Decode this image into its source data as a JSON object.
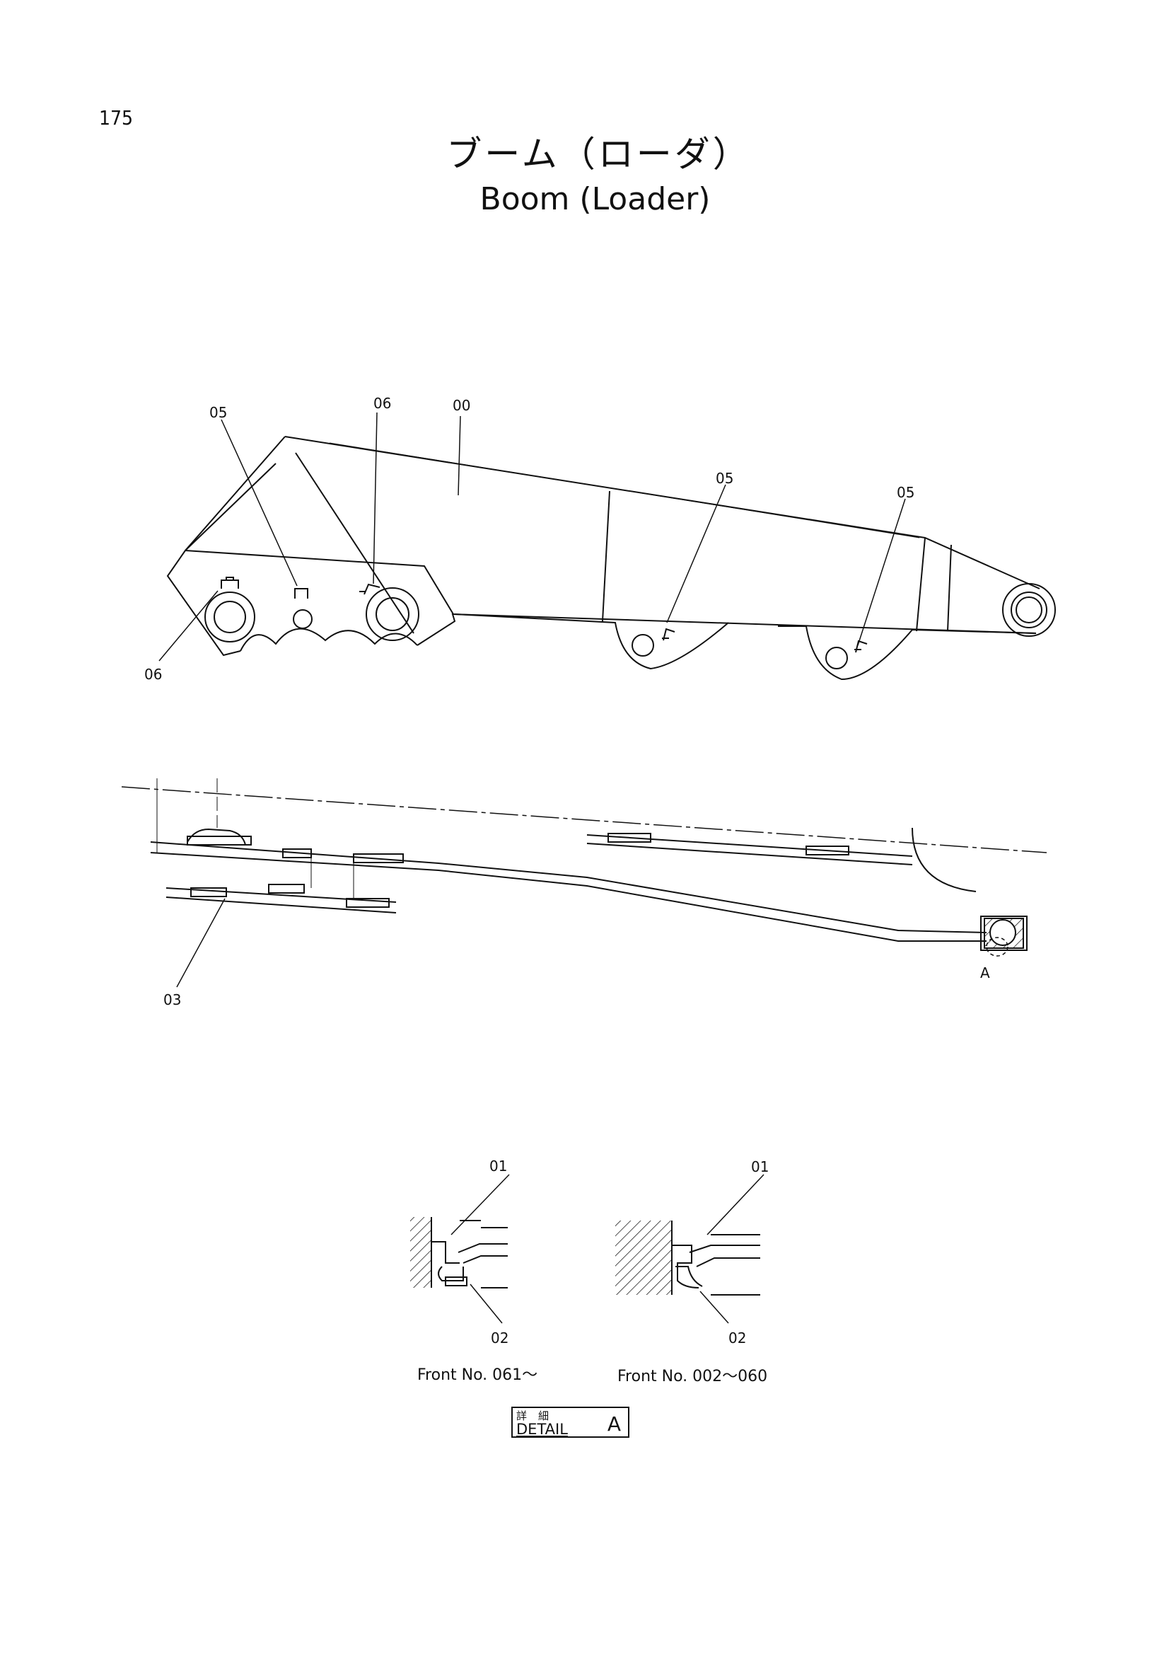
{
  "page": {
    "number": "175"
  },
  "title": {
    "japanese": "ブーム（ローダ）",
    "english": "Boom (Loader)"
  },
  "callouts": {
    "c00": "00",
    "c05_a": "05",
    "c05_b": "05",
    "c05_c": "05",
    "c06_a": "06",
    "c06_b": "06",
    "c03": "03",
    "detail_marker": "A",
    "c01_left": "01",
    "c02_left": "02",
    "c01_right": "01",
    "c02_right": "02"
  },
  "captions": {
    "left": "Front No. 061〜",
    "right": "Front No. 002〜060"
  },
  "detail_label": {
    "japanese": "詳細",
    "english": "DETAIL",
    "letter": "A"
  }
}
